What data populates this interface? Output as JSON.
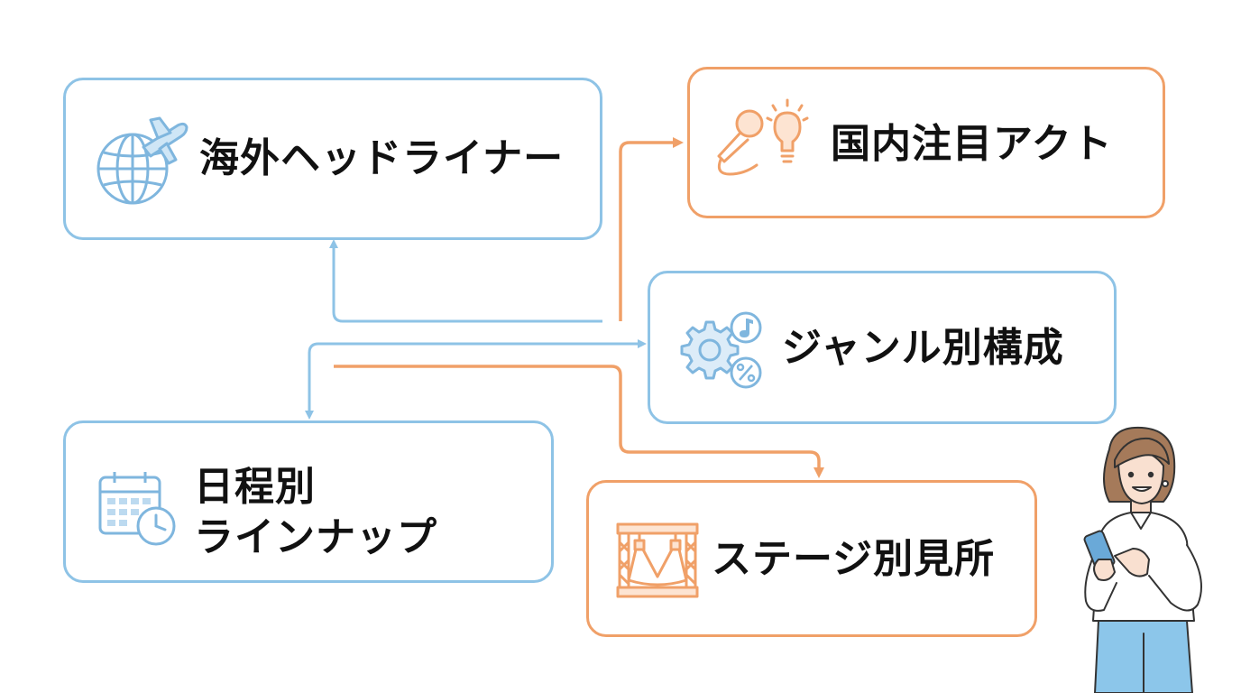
{
  "nodes": {
    "overseas": {
      "label": "海外ヘッドライナー",
      "icon": "globe-airplane-icon"
    },
    "domestic": {
      "label": "国内注目アクト",
      "icon": "microphone-lightbulb-icon"
    },
    "genre": {
      "label": "ジャンル別構成",
      "icon": "gear-music-percent-icon"
    },
    "schedule": {
      "line1": "日程別",
      "line2": "ラインナップ",
      "icon": "calendar-clock-icon"
    },
    "stage": {
      "label": "ステージ別見所",
      "icon": "stage-truss-lights-icon"
    }
  },
  "illustration": {
    "icon": "woman-with-smartphone-icon"
  },
  "colors": {
    "blue": "#8ec3e6",
    "orange": "#f0a068",
    "text": "#111111"
  }
}
